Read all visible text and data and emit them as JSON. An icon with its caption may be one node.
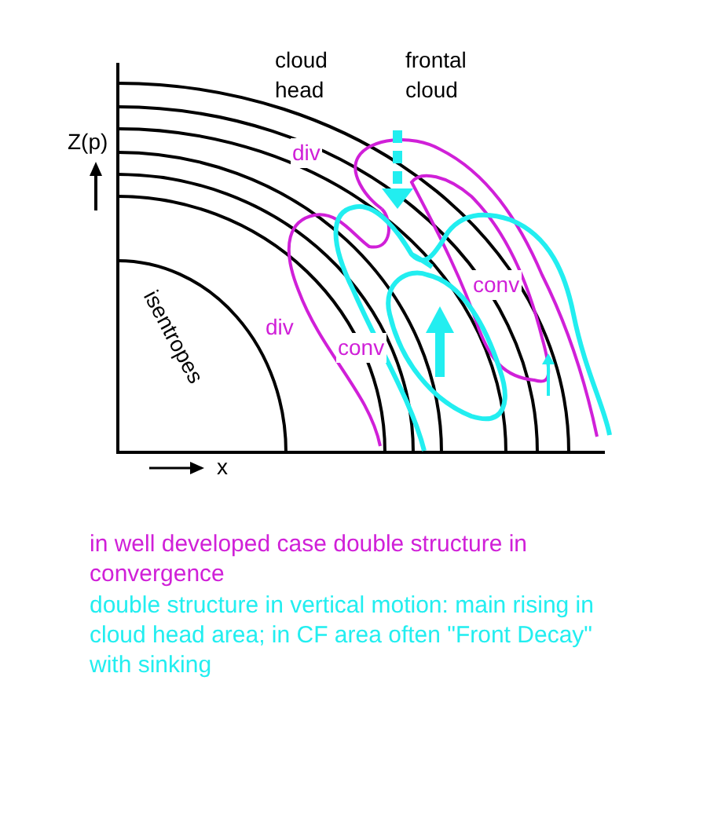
{
  "diagram": {
    "labels": [
      "cloud head",
      "frontal cloud",
      "Z(p)",
      "div",
      "conv",
      "isentropes",
      "div",
      "conv",
      "x",
      "in well developed case double structure in convergence",
      "double structure in vertical motion: main rising in cloud head area; in CF area often \"Front Decay\" with sinking"
    ]
  }
}
